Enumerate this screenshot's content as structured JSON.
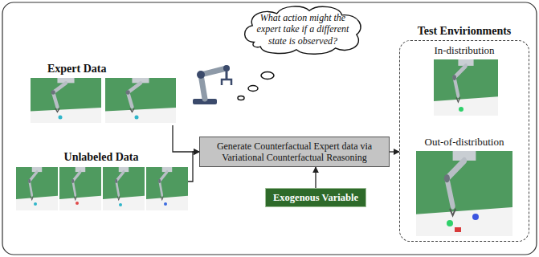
{
  "diagram": {
    "nodes": [
      {
        "text": [
          "What action might the expert take if a different state is observed?"
        ]
      },
      {
        "text": [
          "Test Envirionments"
        ]
      },
      {
        "text": [
          "In-distribution"
        ],
        "in": 1
      },
      {
        "text": [
          "Expert Data"
        ]
      },
      {
        "text": [
          "Generate Counterfactual Expert data via Variational Counterfactual Reasoning"
        ]
      },
      {
        "text": [
          "Out-of-distribution"
        ],
        "in": 1
      },
      {
        "text": [
          "Unlabeled Data"
        ]
      },
      {
        "text": [
          "Exogenous Variable"
        ]
      }
    ],
    "edges": [
      {
        "from": 3,
        "to": 4,
        "arrow": "to"
      },
      {
        "from": 6,
        "to": 4,
        "arrow": "to"
      },
      {
        "from": 4,
        "to": 1,
        "arrow": "to"
      },
      {
        "from": 7,
        "to": 4,
        "arrow": "to"
      }
    ]
  }
}
